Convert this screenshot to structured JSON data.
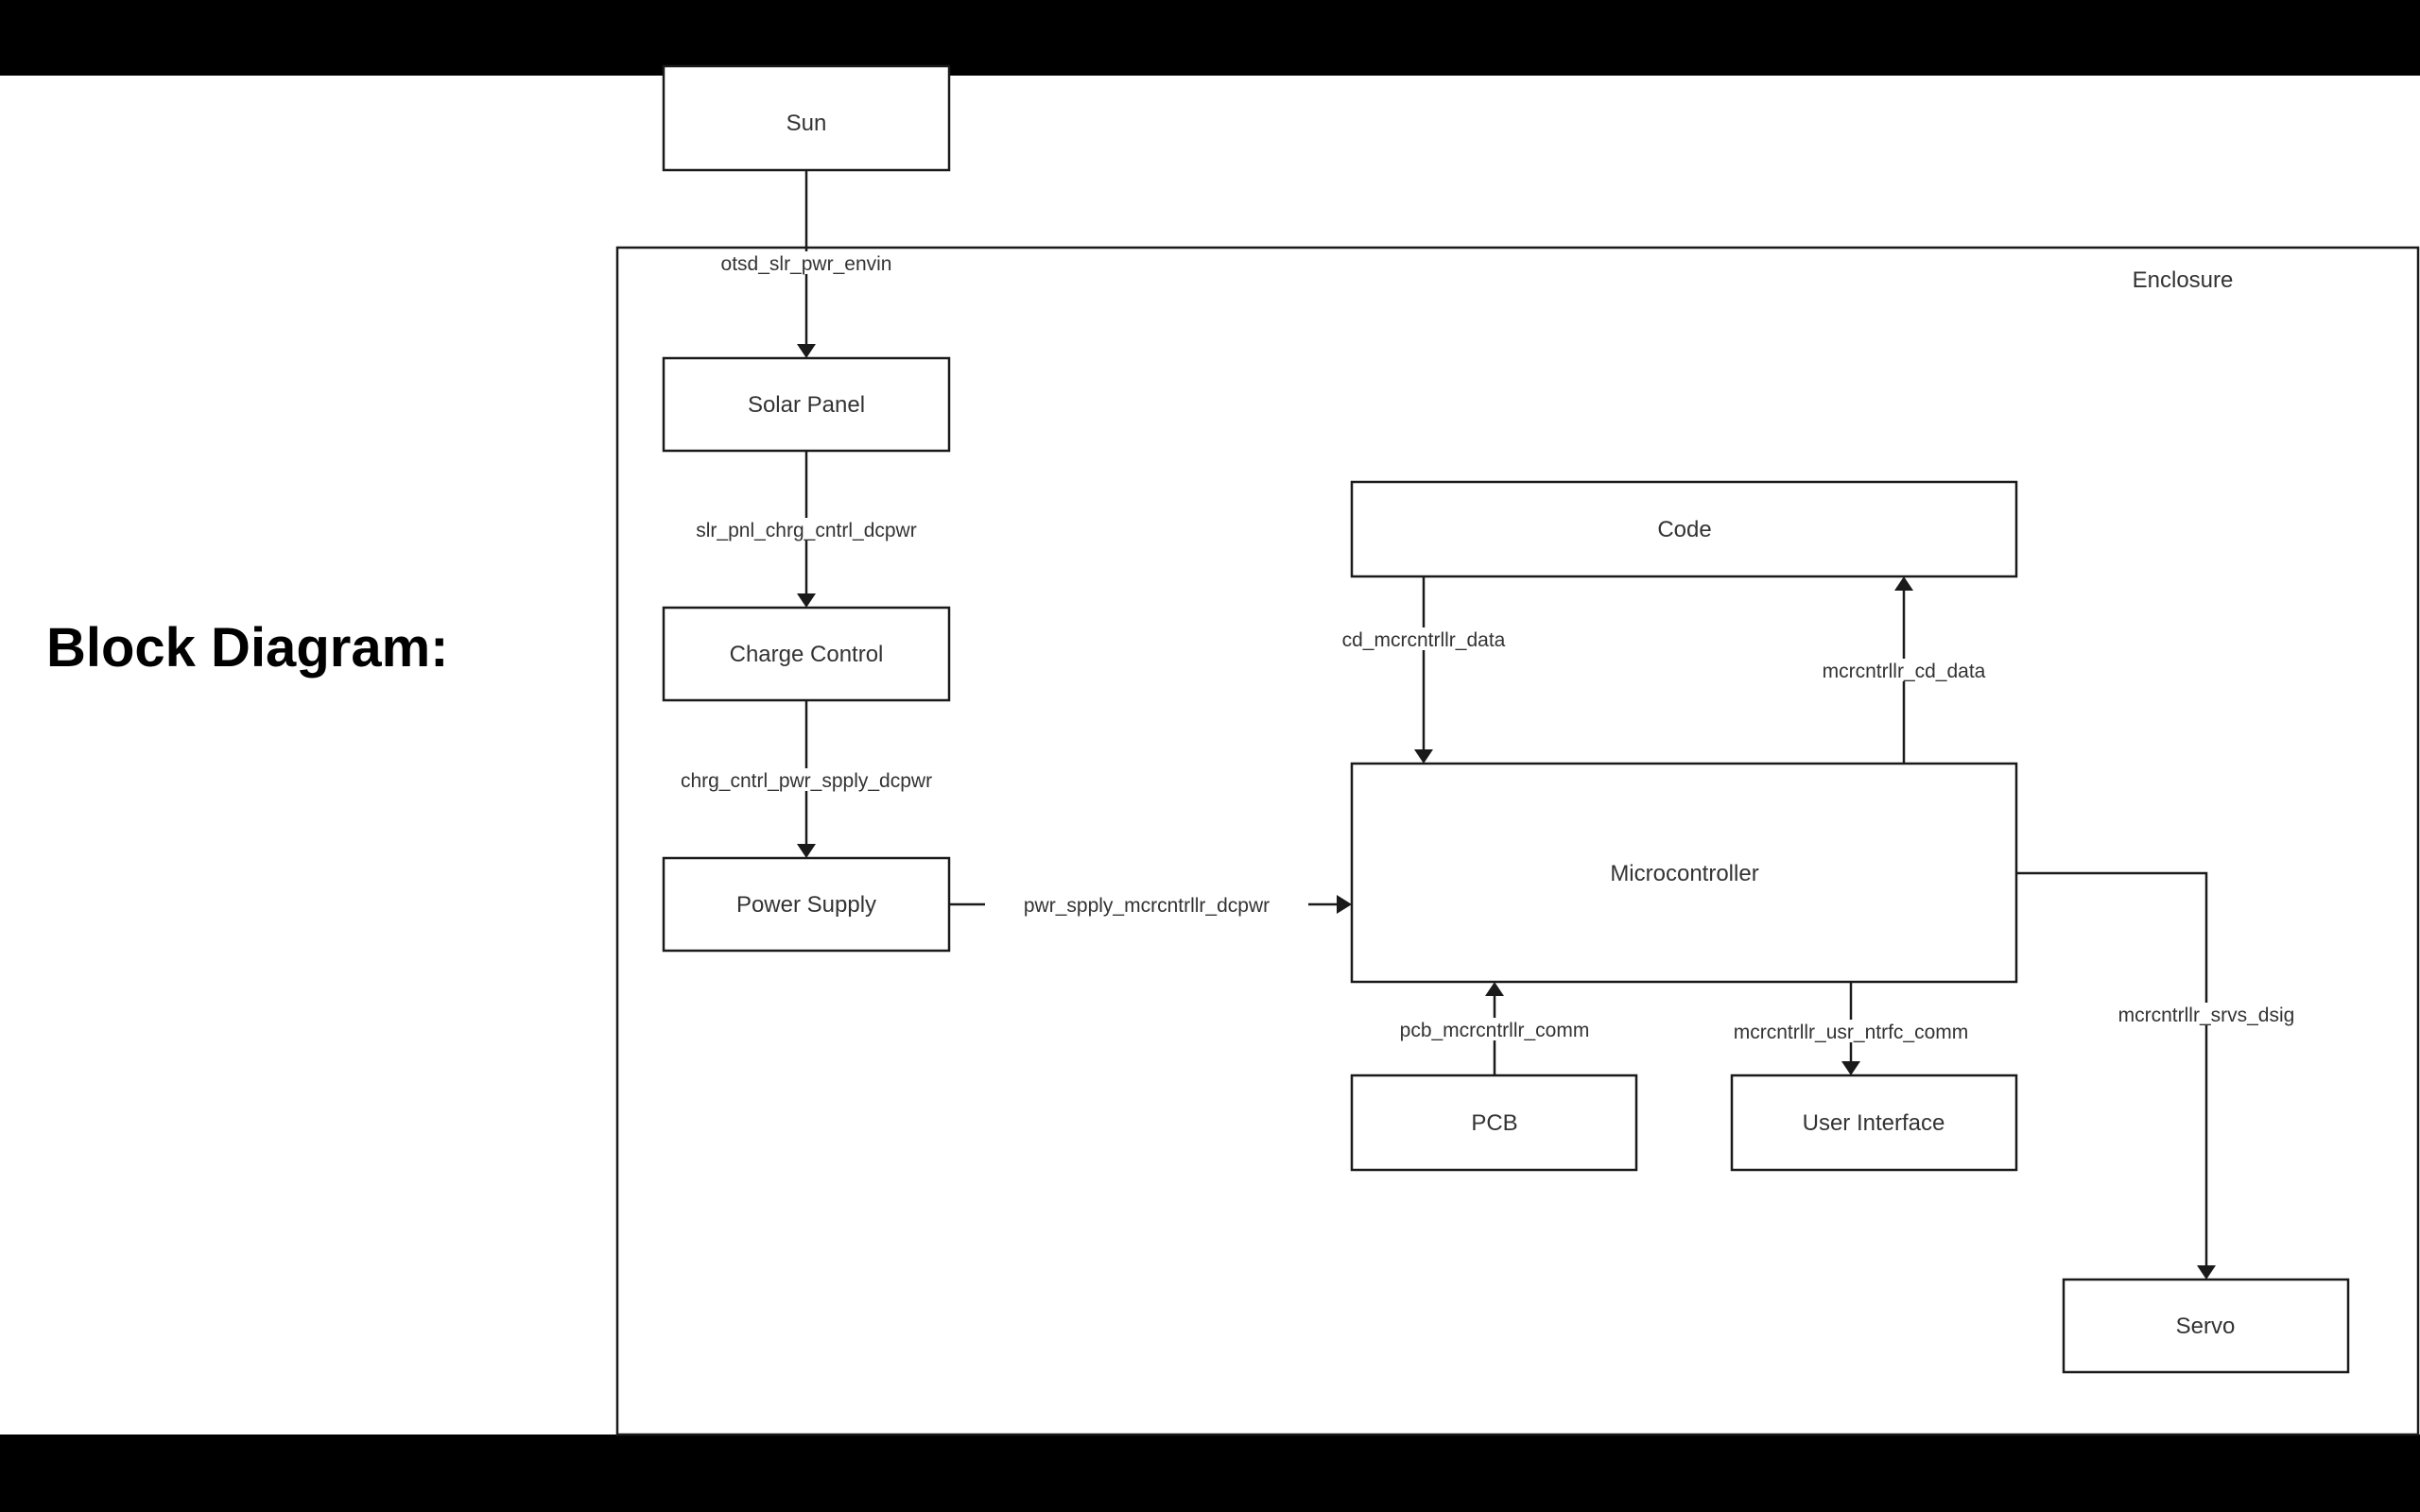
{
  "title": "Block Diagram:",
  "enclosure_label": "Enclosure",
  "blocks": {
    "sun": "Sun",
    "solar_panel": "Solar Panel",
    "charge_control": "Charge Control",
    "power_supply": "Power Supply",
    "code": "Code",
    "microcontroller": "Microcontroller",
    "pcb": "PCB",
    "user_interface": "User Interface",
    "servo": "Servo"
  },
  "connections": {
    "sun_to_solar": "otsd_slr_pwr_envin",
    "solar_to_charge": "slr_pnl_chrg_cntrl_dcpwr",
    "charge_to_power": "chrg_cntrl_pwr_spply_dcpwr",
    "power_to_micro": "pwr_spply_mcrcntrllr_dcpwr",
    "code_to_micro": "cd_mcrcntrllr_data",
    "micro_to_code": "mcrcntrllr_cd_data",
    "pcb_to_micro": "pcb_mcrcntrllr_comm",
    "micro_to_ui": "mcrcntrllr_usr_ntrfc_comm",
    "micro_to_servo": "mcrcntrllr_srvs_dsig"
  }
}
